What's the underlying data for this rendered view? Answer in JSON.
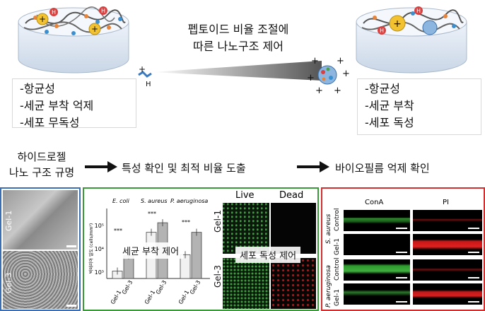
{
  "top": {
    "center_title_line1": "펩토이드 비율 조절에",
    "center_title_line2": "따른 나노구조 제어",
    "left_props": [
      "-항균성",
      "-세균 부착 억제",
      "-세포 무독성"
    ],
    "right_props": [
      "-항균성",
      "-세균 부착",
      "-세포 독성"
    ],
    "h_label": "H",
    "plus": "+"
  },
  "flow": {
    "step1_line1": "하이드로젤",
    "step1_line2": "나노 구조 규명",
    "step2": "특성 확인 및 최적 비율 도출",
    "step3": "바이오필름 억제 확인"
  },
  "sem_panel": {
    "labels": [
      "Gel-1",
      "Gel-3"
    ],
    "border_color": "#3b6fb5"
  },
  "chart_panel": {
    "border_color": "#3a9a3a",
    "overlay_label": "세균 부착 제어",
    "sig": "***",
    "live_dead_overlay": "세포 독성 제어",
    "live_label": "Live",
    "dead_label": "Dead",
    "row_labels": [
      "Gel-1",
      "Gel-3"
    ]
  },
  "chart_data": {
    "type": "bar",
    "categories": [
      "E. coli",
      "S. aureus",
      "P. aeruginosa"
    ],
    "group_tick_labels": [
      "Gel-1",
      "Gel-3"
    ],
    "ylabel": "박테리아 밀도 (cells/mm²)",
    "y_ticks": [
      "10³",
      "10⁴",
      "10⁵"
    ],
    "yscale": "log",
    "ylim": [
      800,
      300000
    ],
    "series": [
      {
        "values": [
          1500,
          40000,
          6000
        ]
      },
      {
        "values": [
          5500,
          90000,
          40000
        ]
      }
    ]
  },
  "biofilm_panel": {
    "border_color": "#d03030",
    "col_labels": [
      "ConA",
      "PI"
    ],
    "group_labels": [
      "S. aureus",
      "P. aeruginosa"
    ],
    "row_labels": [
      "Control",
      "Gel-1",
      "Control",
      "Gel-1"
    ]
  }
}
